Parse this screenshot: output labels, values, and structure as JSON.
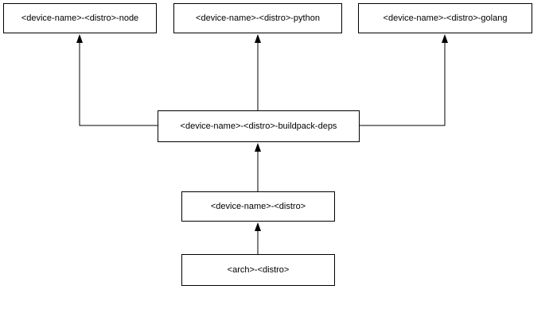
{
  "diagram": {
    "nodes": [
      {
        "id": "node",
        "label": "<device-name>-<distro>-node"
      },
      {
        "id": "python",
        "label": "<device-name>-<distro>-python"
      },
      {
        "id": "golang",
        "label": "<device-name>-<distro>-golang"
      },
      {
        "id": "bpdeps",
        "label": "<device-name>-<distro>-buildpack-deps"
      },
      {
        "id": "distro",
        "label": "<device-name>-<distro>"
      },
      {
        "id": "arch",
        "label": "<arch>-<distro>"
      }
    ],
    "edges": [
      {
        "from": "arch",
        "to": "distro"
      },
      {
        "from": "distro",
        "to": "bpdeps"
      },
      {
        "from": "bpdeps",
        "to": "python"
      },
      {
        "from": "bpdeps",
        "to": "node"
      },
      {
        "from": "bpdeps",
        "to": "golang"
      }
    ],
    "colors": {
      "line": "#000000",
      "box_border": "#000000",
      "background": "#ffffff"
    }
  }
}
